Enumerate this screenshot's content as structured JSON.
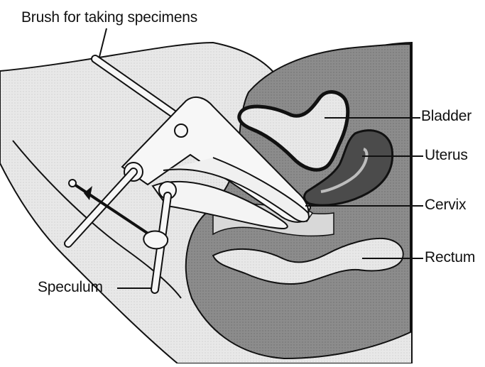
{
  "labels": {
    "brush": "Brush for taking specimens",
    "bladder": "Bladder",
    "uterus": "Uterus",
    "cervix": "Cervix",
    "rectum": "Rectum",
    "speculum": "Speculum"
  },
  "colors": {
    "outer_tissue": "#e6e6e6",
    "deep_tissue": "#8f8f8f",
    "bladder_fill": "#dadada",
    "uterus_fill": "#4a4a4a",
    "rectum_fill": "#c9c9c9",
    "instrument": "#f7f7f7",
    "outline": "#111111"
  }
}
